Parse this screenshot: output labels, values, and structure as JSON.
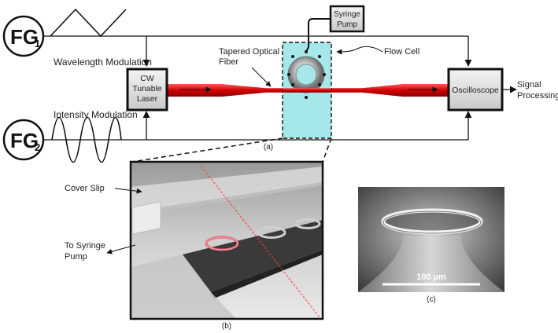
{
  "fg1": {
    "label": "FG",
    "sub": "1"
  },
  "fg2": {
    "label": "FG",
    "sub": "2"
  },
  "wavelength_modulation": "Wavelength Modulation",
  "intensity_modulation": "Intensity Modulation",
  "laser": {
    "line1": "CW",
    "line2": "Tunable",
    "line3": "Laser"
  },
  "tapered_fiber": {
    "line1": "Tapered Optical",
    "line2": "Fiber"
  },
  "syringe_pump": {
    "line1": "Syringe",
    "line2": "Pump"
  },
  "flow_cell": "Flow Cell",
  "oscilloscope": "Oscilloscope",
  "signal_processing": {
    "line1": "Signal",
    "line2": "Processing"
  },
  "caption_a": "(a)",
  "caption_b": "(b)",
  "caption_c": "(c)",
  "cover_slip": "Cover Slip",
  "to_syringe_pump": {
    "line1": "To Syringe",
    "line2": "Pump"
  },
  "scale_bar": "100 µm",
  "colors": {
    "fiber_red": "#e01010",
    "flow_cell_fill": "#a6e8ea",
    "box_border": "#222222"
  }
}
